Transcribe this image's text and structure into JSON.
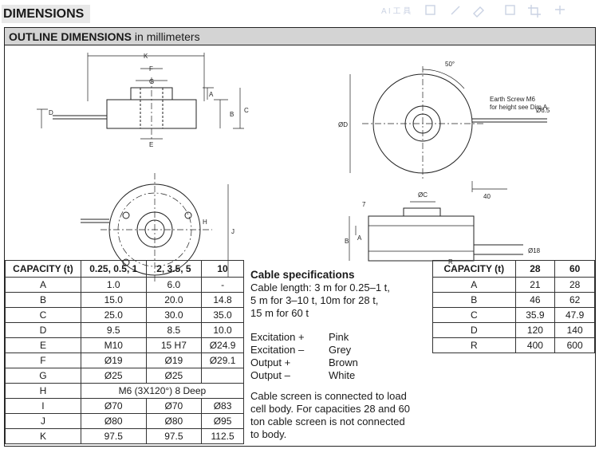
{
  "heading": "DIMENSIONS",
  "outline": {
    "title_bold": "OUTLINE DIMENSIONS",
    "title_rest": " in millimeters"
  },
  "drawing_labels": {
    "K": "K",
    "F": "F",
    "G": "G",
    "A": "A",
    "B": "B",
    "C": "C",
    "D": "D",
    "E": "E",
    "H": "H",
    "J": "J",
    "angle": "50°",
    "earth1": "Earth Screw M6",
    "earth2": "for height see Dim A",
    "OD": "ØD",
    "d65": "Ø6.5",
    "n40": "40",
    "OC": "ØC",
    "n7": "7",
    "R": "R",
    "d18": "Ø18",
    "A2": "A",
    "B2": "B"
  },
  "left_table": {
    "headers": [
      "CAPACITY (t)",
      "0.25, 0.5, 1",
      "2, 3.5, 5",
      "10"
    ],
    "rows": [
      [
        "A",
        "1.0",
        "6.0",
        "-"
      ],
      [
        "B",
        "15.0",
        "20.0",
        "14.8"
      ],
      [
        "C",
        "25.0",
        "30.0",
        "35.0"
      ],
      [
        "D",
        "9.5",
        "8.5",
        "10.0"
      ],
      [
        "E",
        "M10",
        "15 H7",
        "Ø24.9"
      ],
      [
        "F",
        "Ø19",
        "Ø19",
        "Ø29.1"
      ],
      [
        "G",
        "Ø25",
        "Ø25",
        ""
      ],
      [
        "H",
        "M6 (3X120°) 8 Deep"
      ],
      [
        "I",
        "Ø70",
        "Ø70",
        "Ø83"
      ],
      [
        "J",
        "Ø80",
        "Ø80",
        "Ø95"
      ],
      [
        "K",
        "97.5",
        "97.5",
        "112.5"
      ]
    ]
  },
  "cable": {
    "title": "Cable specifications",
    "length_lines": [
      "Cable length: 3 m for 0.25–1 t,",
      "5 m for 3–10 t, 10m for 28 t,",
      "15 m for 60 t"
    ],
    "signals": [
      [
        "Excitation +",
        "Pink"
      ],
      [
        "Excitation –",
        "Grey"
      ],
      [
        "Output +",
        "Brown"
      ],
      [
        "Output –",
        "White"
      ]
    ],
    "screen_lines": [
      "Cable screen is connected to load",
      "cell body. For capacities 28 and 60",
      "ton cable screen is not connected",
      "to body."
    ]
  },
  "right_table": {
    "headers": [
      "CAPACITY (t)",
      "28",
      "60"
    ],
    "rows": [
      [
        "A",
        "21",
        "28"
      ],
      [
        "B",
        "46",
        "62"
      ],
      [
        "C",
        "35.9",
        "47.9"
      ],
      [
        "D",
        "120",
        "140"
      ],
      [
        "R",
        "400",
        "600"
      ]
    ]
  }
}
